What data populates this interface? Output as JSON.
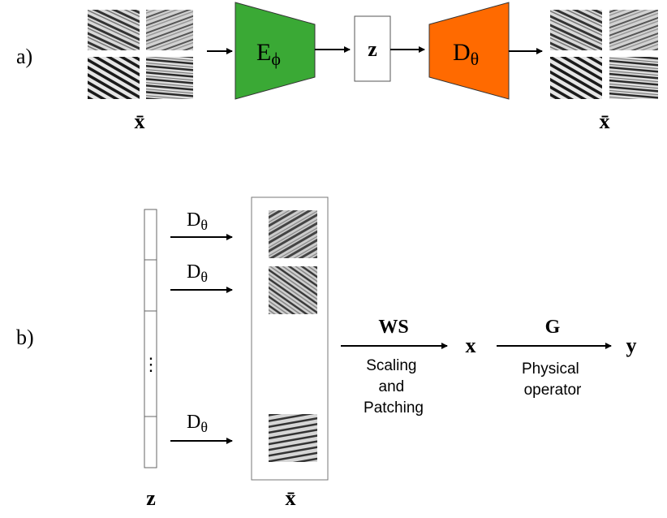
{
  "panel_a": {
    "label": "a)",
    "input_label": "x̄",
    "encoder_label": "E",
    "encoder_subscript": "ϕ",
    "latent_label": "z",
    "decoder_label": "D",
    "decoder_subscript": "θ",
    "output_label": "x̄",
    "encoder_color": "#3aa935",
    "decoder_color": "#ff6a00"
  },
  "panel_b": {
    "label": "b)",
    "decoder_arrows": [
      {
        "label": "D",
        "subscript": "θ"
      },
      {
        "label": "D",
        "subscript": "θ"
      },
      {
        "label": "D",
        "subscript": "θ"
      }
    ],
    "ellipsis": "⋮",
    "z_label": "z",
    "xbar_label": "x̄",
    "ws_label": "WS",
    "ws_caption": [
      "Scaling",
      "and",
      "Patching"
    ],
    "x_label": "x",
    "g_label": "G",
    "g_caption": [
      "Physical",
      "operator"
    ],
    "y_label": "y"
  }
}
